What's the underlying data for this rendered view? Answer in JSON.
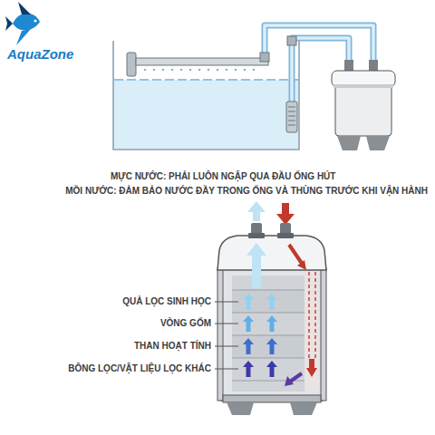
{
  "diagram": {
    "labels": [
      "AquaZone",
      "MỰC NƯỚC: PHẢI LUÔN NGẬP QUA ĐẦU ỐNG HÚT",
      "MỒI NƯỚC: ĐẢM BẢO NƯỚC ĐẦY TRONG ỐNG VÀ THÙNG TRƯỚC KHI VẬN HÀNH",
      "QUẢ LỌC SINH HỌC",
      "VÒNG GỐM",
      "THAN HOẠT TÍNH",
      "BÔNG LỌC/VẬT LIỆU LỌC KHÁC"
    ]
  }
}
